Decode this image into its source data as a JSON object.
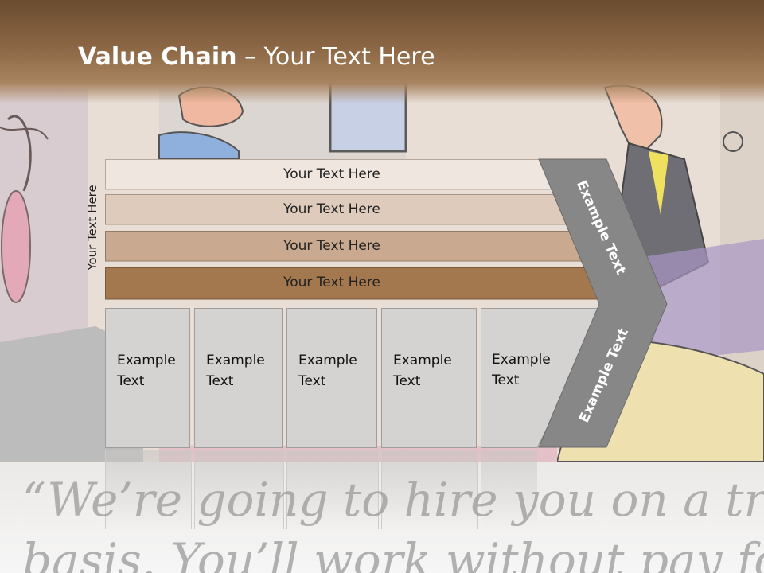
{
  "slide": {
    "title_bold": "Value Chain",
    "title_rest": " – Your Text Here",
    "vertical_label": "Your Text Here"
  },
  "bars": [
    {
      "label": "Your Text Here",
      "color": "#efe6df"
    },
    {
      "label": "Your Text Here",
      "color": "#dfcbbb"
    },
    {
      "label": "Your Text Here",
      "color": "#c9aa90"
    },
    {
      "label": "Your Text Here",
      "color": "#a4784f"
    }
  ],
  "boxes": [
    {
      "label": "Example\nText"
    },
    {
      "label": "Example\nText"
    },
    {
      "label": "Example\nText"
    },
    {
      "label": "Example\nText"
    },
    {
      "label": "Example\nText"
    }
  ],
  "chevron": {
    "upper_label": "Example Text",
    "lower_label": "Example Text",
    "color": "#878787"
  },
  "background_quote": {
    "line1": "“We’re going to hire you on a trial",
    "line2": "basis. You’ll work without pay for"
  },
  "colors": {
    "header": "#7d5a3a",
    "box_fill": "#d5d3d1"
  }
}
